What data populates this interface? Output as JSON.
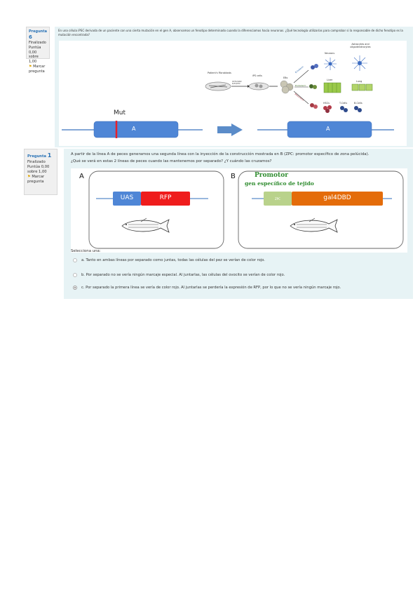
{
  "q1": {
    "label": "Pregunta",
    "number": "6",
    "status": "Finalizado",
    "score": "Puntúa 0,00 sobre 1,00",
    "flag": "Marcar pregunta",
    "text": "En una célula iPSC derivada de un paciente con una cierta mutación en el gen A, observamos un fenotipo determinado cuando la diferenciamos hacia neuronas. ¿Qué tecnología utilizarías para comprobar si la responsable de dicho fenotipo es la mutación encontrada?",
    "diagram": {
      "patients": "Patient's Fibroblasts",
      "ips": "iPS cells",
      "ebs": "EBs",
      "factors": "OCT4,SOX2 KLF4,MYC",
      "ectoderm": "Ectoderm",
      "endoderm": "Endoderm",
      "mesoderm": "Mesoderm",
      "neurons": "Neurons",
      "astro": "Astrocytes and oligodendrocytes",
      "liver": "Liver",
      "lung": "Lung",
      "hscs": "HSCs",
      "tcells": "T-Cells",
      "bcells": "B-Cells"
    },
    "mut_label": "Mut",
    "gene_left": "A",
    "gene_right": "A"
  },
  "q2": {
    "label": "Pregunta",
    "number": "1",
    "status": "Finalizado",
    "score": "Puntúa 0,00 sobre 1,00",
    "flag": "Marcar pregunta",
    "text_line1": "A partir de la línea A de peces generamos una segunda línea con la inyección de la construcción mostrada en B (ZPC: promotor específico de zona pelúcida).",
    "text_line2": "¿Qué se verá en estas 2 líneas de peces cuando las mantenemos por separado? ¿Y cuándo las cruzamos?",
    "panel_a": "A",
    "panel_b": "B",
    "uas": "UAS",
    "rfp": "RFP",
    "promotor_line1": "Promotor",
    "promotor_line2": "gen específico de tejido",
    "zpc": "ZPC",
    "gal4": "gal4DBD",
    "select_prompt": "Selecciona una:",
    "options": [
      "a. Tanto en ambas líneas por separado como juntas, todas las células del pez se verían de color rojo.",
      "b. Por separado no se vería ningún marcaje especial. Al juntarlas, las células del ovocito se verían de color rojo.",
      "c. Por separado la primera línea se vería de color rojo. Al juntarlas se perdería la expresión de RFP, por lo que no se vería ningún marcaje rojo."
    ],
    "selected_index": 2
  }
}
